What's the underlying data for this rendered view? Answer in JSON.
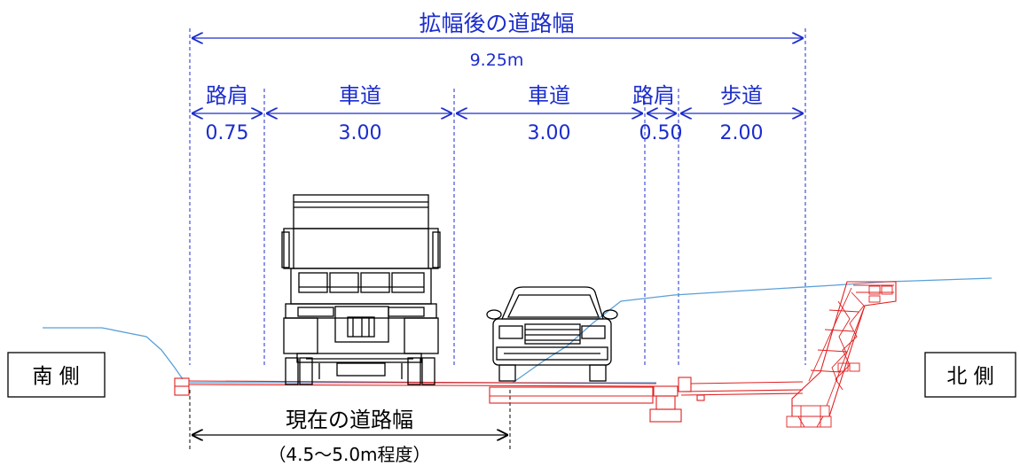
{
  "widened_road": {
    "title": "拡幅後の道路幅",
    "total_width": "9.25m"
  },
  "segments": [
    {
      "label": "路肩",
      "width": "0.75"
    },
    {
      "label": "車道",
      "width": "3.00"
    },
    {
      "label": "車道",
      "width": "3.00"
    },
    {
      "label": "路肩",
      "width": "0.50"
    },
    {
      "label": "歩道",
      "width": "2.00"
    }
  ],
  "current_road": {
    "title": "現在の道路幅",
    "note": "（4.5〜5.0m程度）"
  },
  "sides": {
    "south": "南 側",
    "north": "北 側"
  },
  "colors": {
    "dimension": "#1c2dcc",
    "structure": "#e02020",
    "ground": "#5aa0d8",
    "vehicle": "#000000"
  }
}
